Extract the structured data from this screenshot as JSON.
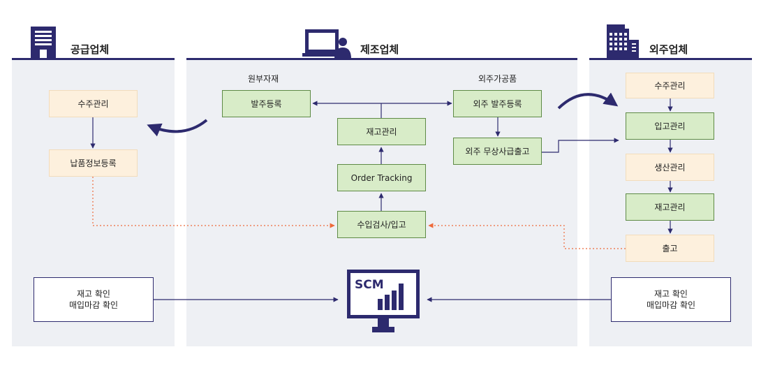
{
  "columns": {
    "supplier": {
      "title": "공급업체"
    },
    "manufacturer": {
      "title": "제조업체"
    },
    "outsourcer": {
      "title": "외주업체"
    }
  },
  "supplier": {
    "order_mgmt": "수주관리",
    "delivery_register": "납품정보등록",
    "check_line1": "재고 확인",
    "check_line2": "매입마감 확인"
  },
  "manufacturer": {
    "raw_label": "원부자재",
    "outsourced_label": "외주가공품",
    "order_register": "발주등록",
    "outsource_order_register": "외주 발주등록",
    "inventory": "재고관리",
    "order_tracking": "Order Tracking",
    "free_shipment": "외주 무상사급출고",
    "inspection": "수입검사/입고",
    "scm_label": "SCM"
  },
  "outsourcer": {
    "order_mgmt": "수주관리",
    "receiving": "입고관리",
    "production": "생산관리",
    "inventory": "재고관리",
    "shipping": "출고",
    "check_line1": "재고 확인",
    "check_line2": "매입마감 확인"
  },
  "colors": {
    "navy": "#2d2a6e",
    "orange_box": "#fdf0dd",
    "green_box": "#d8ecc8",
    "dotted_arrow": "#ee6a3a",
    "panel_bg": "#eef0f4"
  }
}
